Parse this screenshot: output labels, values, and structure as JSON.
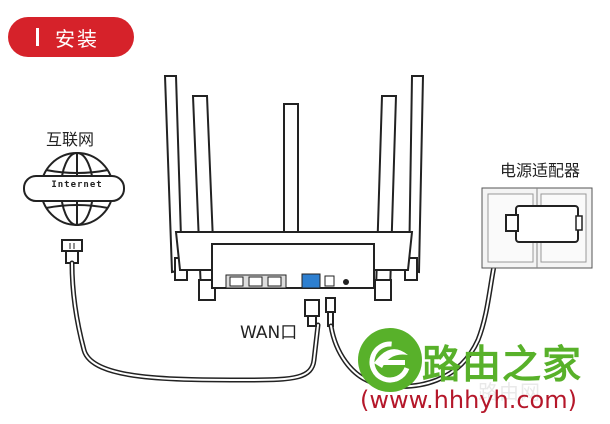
{
  "section": {
    "title": "安装"
  },
  "labels": {
    "internet": "互联网",
    "globe_text": "Internet",
    "wan_port": "WAN口",
    "power_adapter": "电源适配器"
  },
  "watermark": {
    "name": "路由之家",
    "url": "(www.hhhyh.com)",
    "faint": "路由网"
  },
  "colors": {
    "badge": "#d6222a",
    "watermark_green": "#58b12a",
    "watermark_red": "#b5172a",
    "wan_port_blue": "#2d7fd0"
  }
}
